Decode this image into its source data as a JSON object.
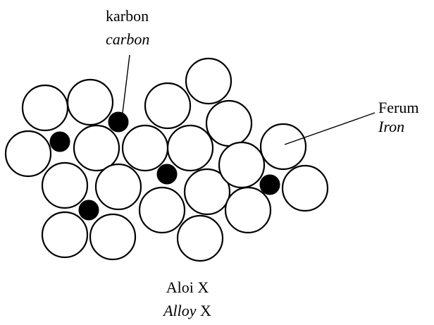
{
  "labels": {
    "carbon_ms": "karbon",
    "carbon_en": "carbon",
    "iron_ms": "Ferum",
    "iron_en": "Iron",
    "caption_ms": "Aloi X",
    "caption_en_word": "Alloy",
    "caption_en_suffix": " X"
  },
  "colors": {
    "iron_atom_fill": "#ffffff",
    "carbon_atom_fill": "#000000",
    "outline": "#000000"
  }
}
